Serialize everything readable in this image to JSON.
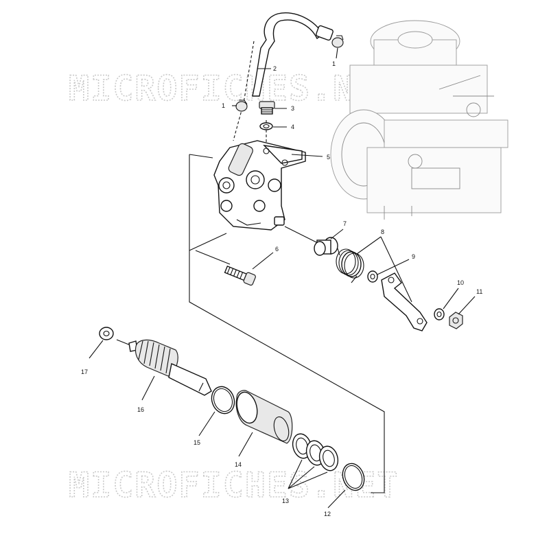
{
  "watermark": "MICROFICHES.NET",
  "callouts": [
    "1",
    "2",
    "1",
    "3",
    "4",
    "5",
    "6",
    "7",
    "8",
    "9",
    "10",
    "11",
    "17",
    "16",
    "15",
    "14",
    "13",
    "12"
  ]
}
